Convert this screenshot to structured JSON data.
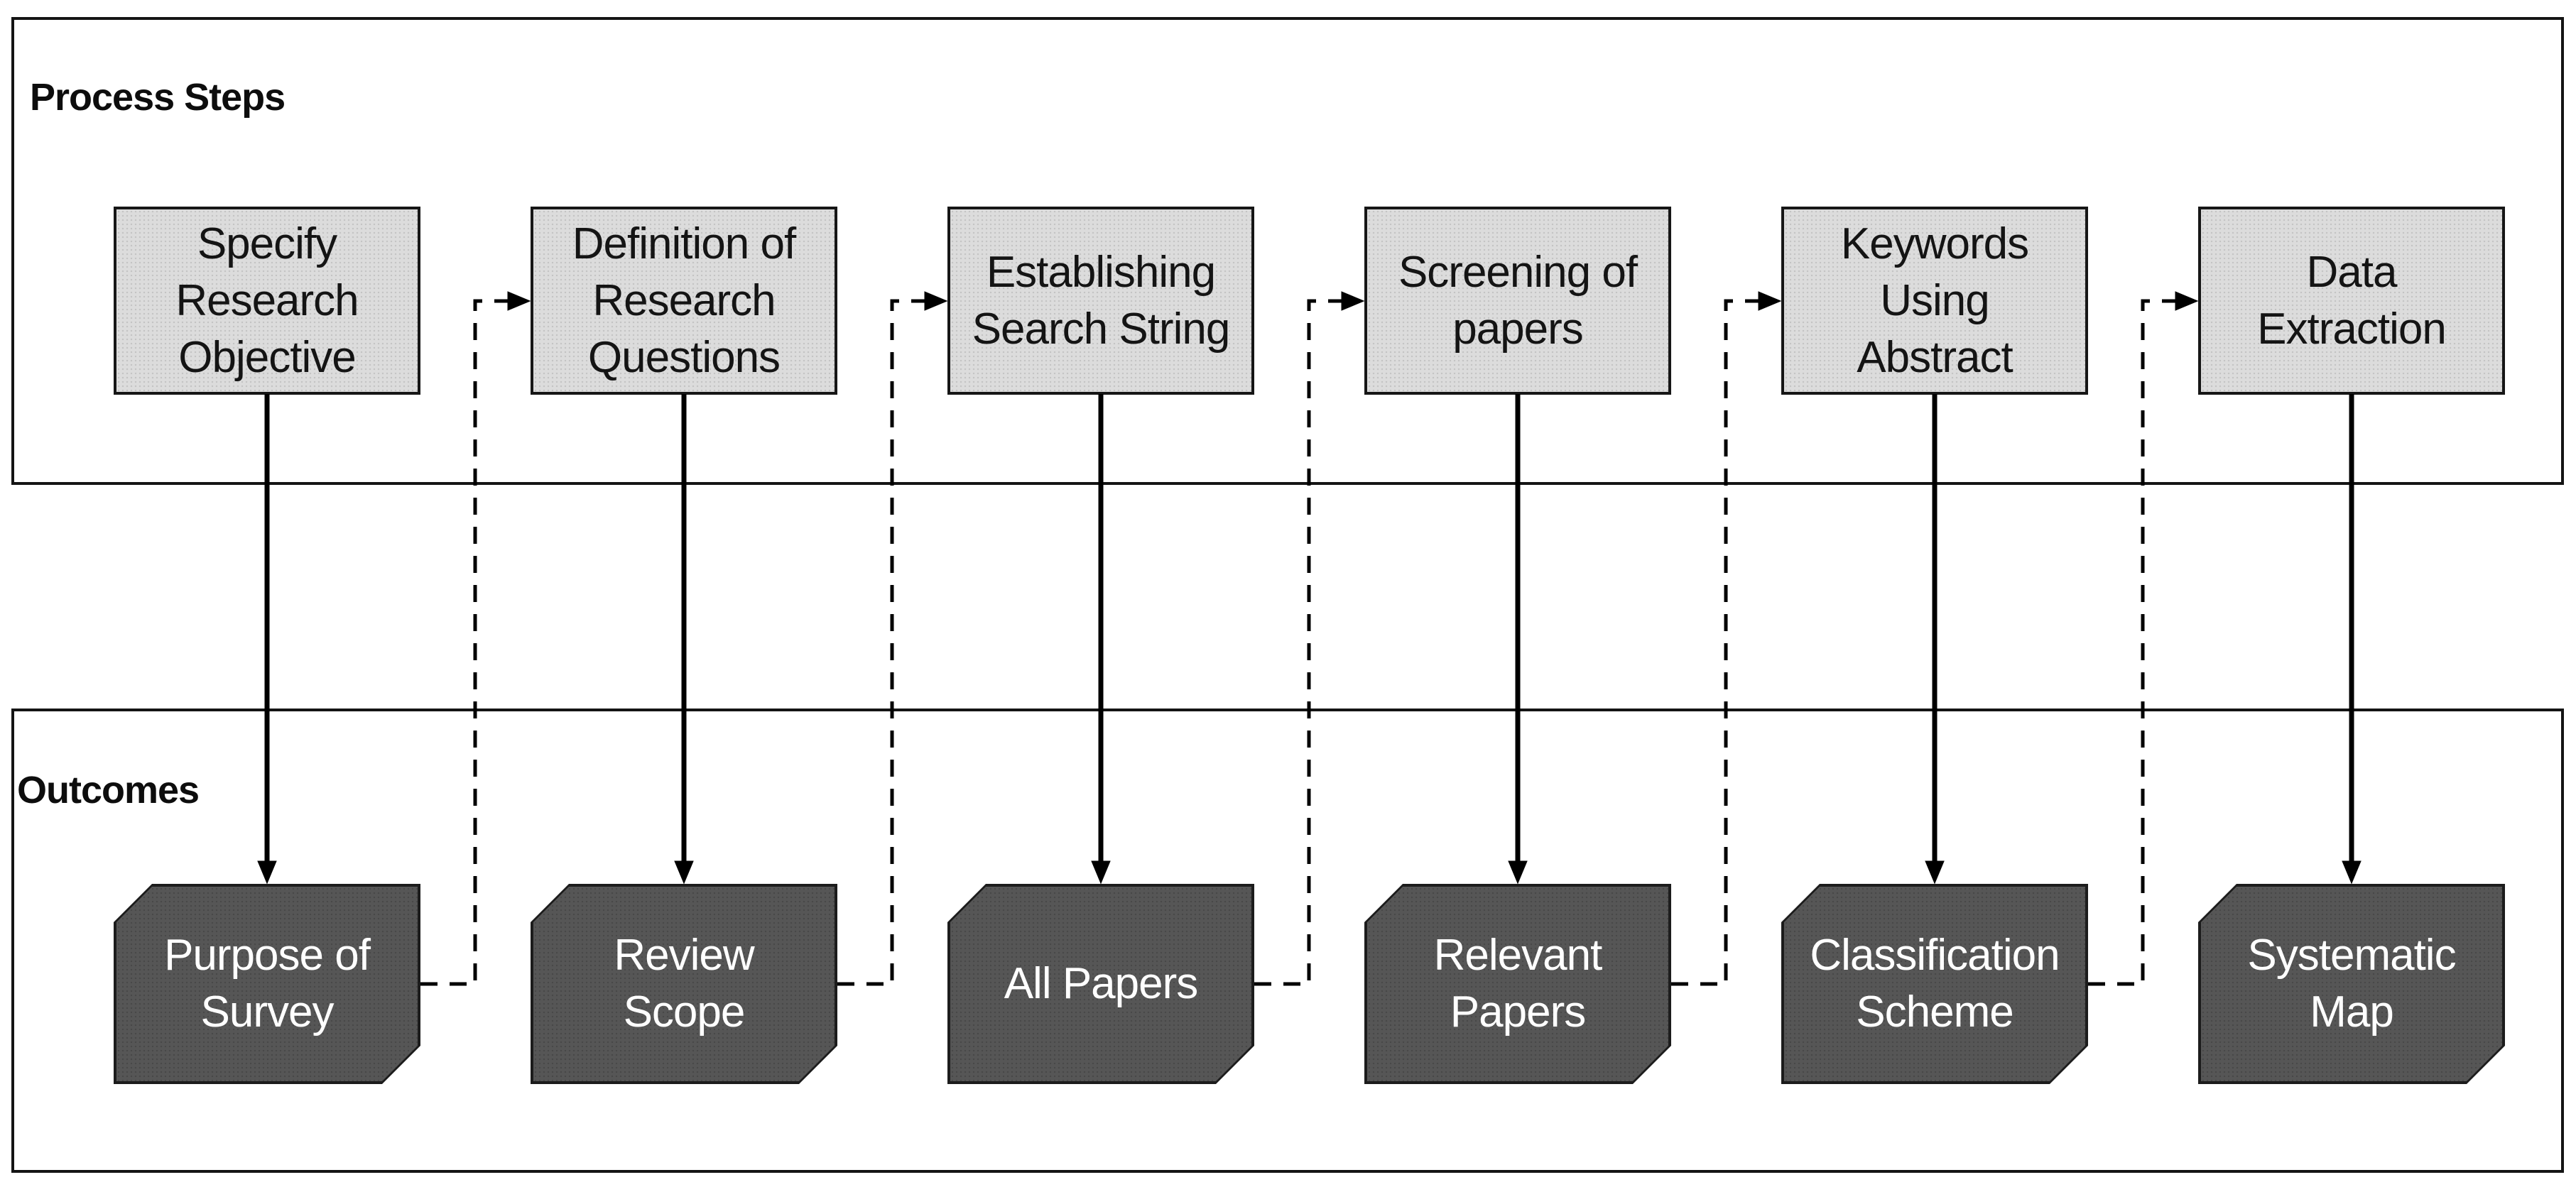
{
  "sections": {
    "process": {
      "label": "Process Steps"
    },
    "outcomes": {
      "label": "Outcomes"
    }
  },
  "steps": [
    {
      "label": "Specify\nResearch\nObjective"
    },
    {
      "label": "Definition of\nResearch\nQuestions"
    },
    {
      "label": "Establishing\nSearch String"
    },
    {
      "label": "Screening of\npapers"
    },
    {
      "label": "Keywords\nUsing\nAbstract"
    },
    {
      "label": "Data\nExtraction"
    }
  ],
  "outcomes": [
    {
      "label": "Purpose of\nSurvey"
    },
    {
      "label": "Review\nScope"
    },
    {
      "label": "All Papers"
    },
    {
      "label": "Relevant\nPapers"
    },
    {
      "label": "Classification\nScheme"
    },
    {
      "label": "Systematic\nMap"
    }
  ],
  "colors": {
    "background": "#ffffff",
    "frame_border": "#141414",
    "title_color": "#0d0d0d",
    "step_fill": "#dcdcdc",
    "step_dot": "#c3c3c3",
    "step_border": "#161616",
    "step_text": "#141414",
    "outcome_fill": "#565656",
    "outcome_dot": "#484848",
    "outcome_border": "#1c1c1c",
    "outcome_text": "#ffffff",
    "connector": "#000000"
  }
}
